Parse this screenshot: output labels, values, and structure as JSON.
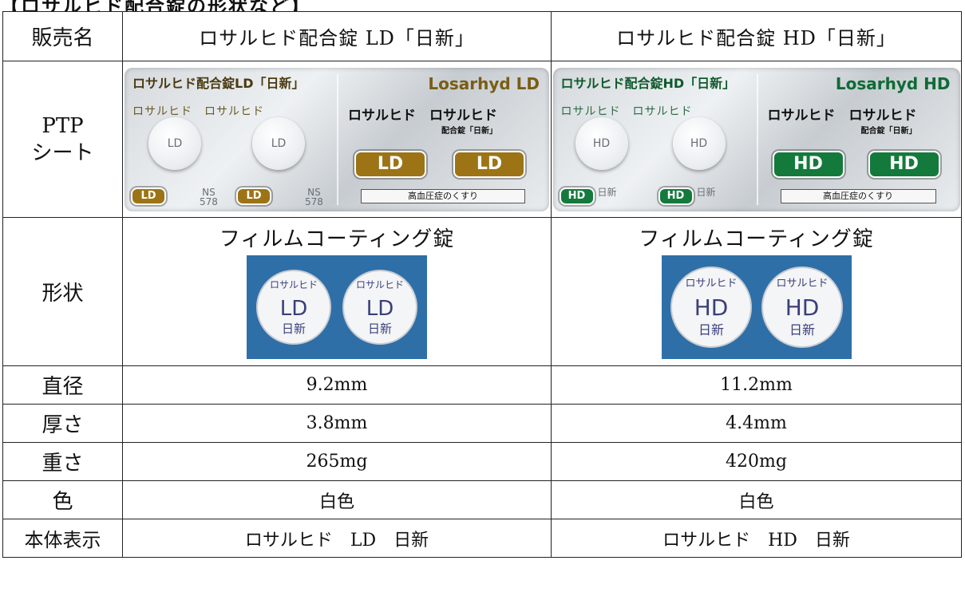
{
  "section_heading": "【ロサルヒド配合錠の形状など】",
  "table": {
    "header_label": "販売名",
    "products": [
      "ロサルヒド配合錠 LD「日新」",
      "ロサルヒド配合錠 HD「日新」"
    ],
    "ptp_label": "PTP\nシート",
    "shape_label": "形状",
    "shape_text": [
      "フィルムコーティング錠",
      "フィルムコーティング錠"
    ],
    "rows": [
      {
        "label": "直径",
        "values": [
          "9.2mm",
          "11.2mm"
        ]
      },
      {
        "label": "厚さ",
        "values": [
          "3.8mm",
          "4.4mm"
        ]
      },
      {
        "label": "重さ",
        "values": [
          "265mg",
          "420mg"
        ]
      },
      {
        "label": "色",
        "values": [
          "白色",
          "白色"
        ]
      },
      {
        "label": "本体表示",
        "values": [
          "ロサルヒド　LD　日新",
          "ロサルヒド　HD　日新"
        ]
      }
    ]
  },
  "ptp": [
    {
      "brand_jp": "ロサルヒド配合錠LD「日新」",
      "brand_en": "Losarhyd LD",
      "row_jp": "ロサルヒド　ロサルヒド",
      "pill_text": "LD",
      "sub": "配合錠「日新」",
      "tablet_text": "LD",
      "ns": "NS\n578",
      "label_box": "高血圧症のくすり",
      "accent": "#9c7415"
    },
    {
      "brand_jp": "ロサルヒド配合錠HD「日新」",
      "brand_en": "Losarhyd HD",
      "row_jp": "ロサルヒド　ロサルヒド",
      "pill_text": "HD",
      "sub": "配合錠「日新」",
      "tablet_text": "HD",
      "ns": "日新",
      "label_box": "高血圧症のくすり",
      "accent": "#147a3c"
    }
  ],
  "tablet_marks": [
    {
      "arc": "ロサルヒド",
      "center": "LD",
      "bottom": "日新"
    },
    {
      "arc": "ロサルヒド",
      "center": "HD",
      "bottom": "日新"
    }
  ],
  "colors": {
    "background": "#ffffff",
    "shape_bg": "#2f6fa8",
    "tablet_text": "#3a3f7a"
  }
}
